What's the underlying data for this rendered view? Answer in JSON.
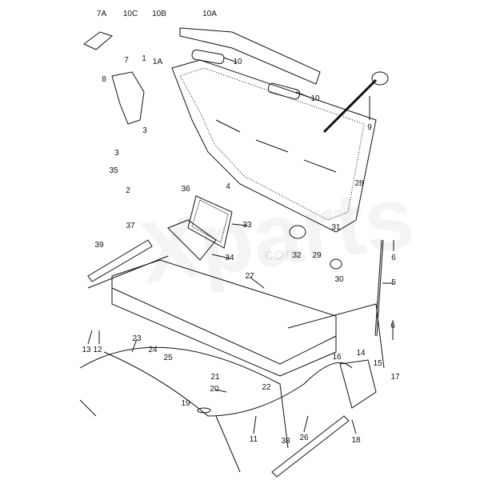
{
  "diagram": {
    "title": "Hood / bonnet assembly exploded parts diagram",
    "watermark": "Xparts",
    "watermark_sub": "com",
    "labels": [
      "7A",
      "10C",
      "10B",
      "10A",
      "7",
      "1",
      "1A",
      "10",
      "10",
      "8",
      "9",
      "3",
      "3",
      "35",
      "2",
      "36",
      "4",
      "28",
      "37",
      "33",
      "34",
      "39",
      "27",
      "31",
      "32",
      "29",
      "30",
      "6",
      "5",
      "6",
      "13",
      "12",
      "23",
      "24",
      "25",
      "16",
      "14",
      "15",
      "17",
      "21",
      "20",
      "19",
      "22",
      "11",
      "26",
      "18",
      "38"
    ]
  }
}
